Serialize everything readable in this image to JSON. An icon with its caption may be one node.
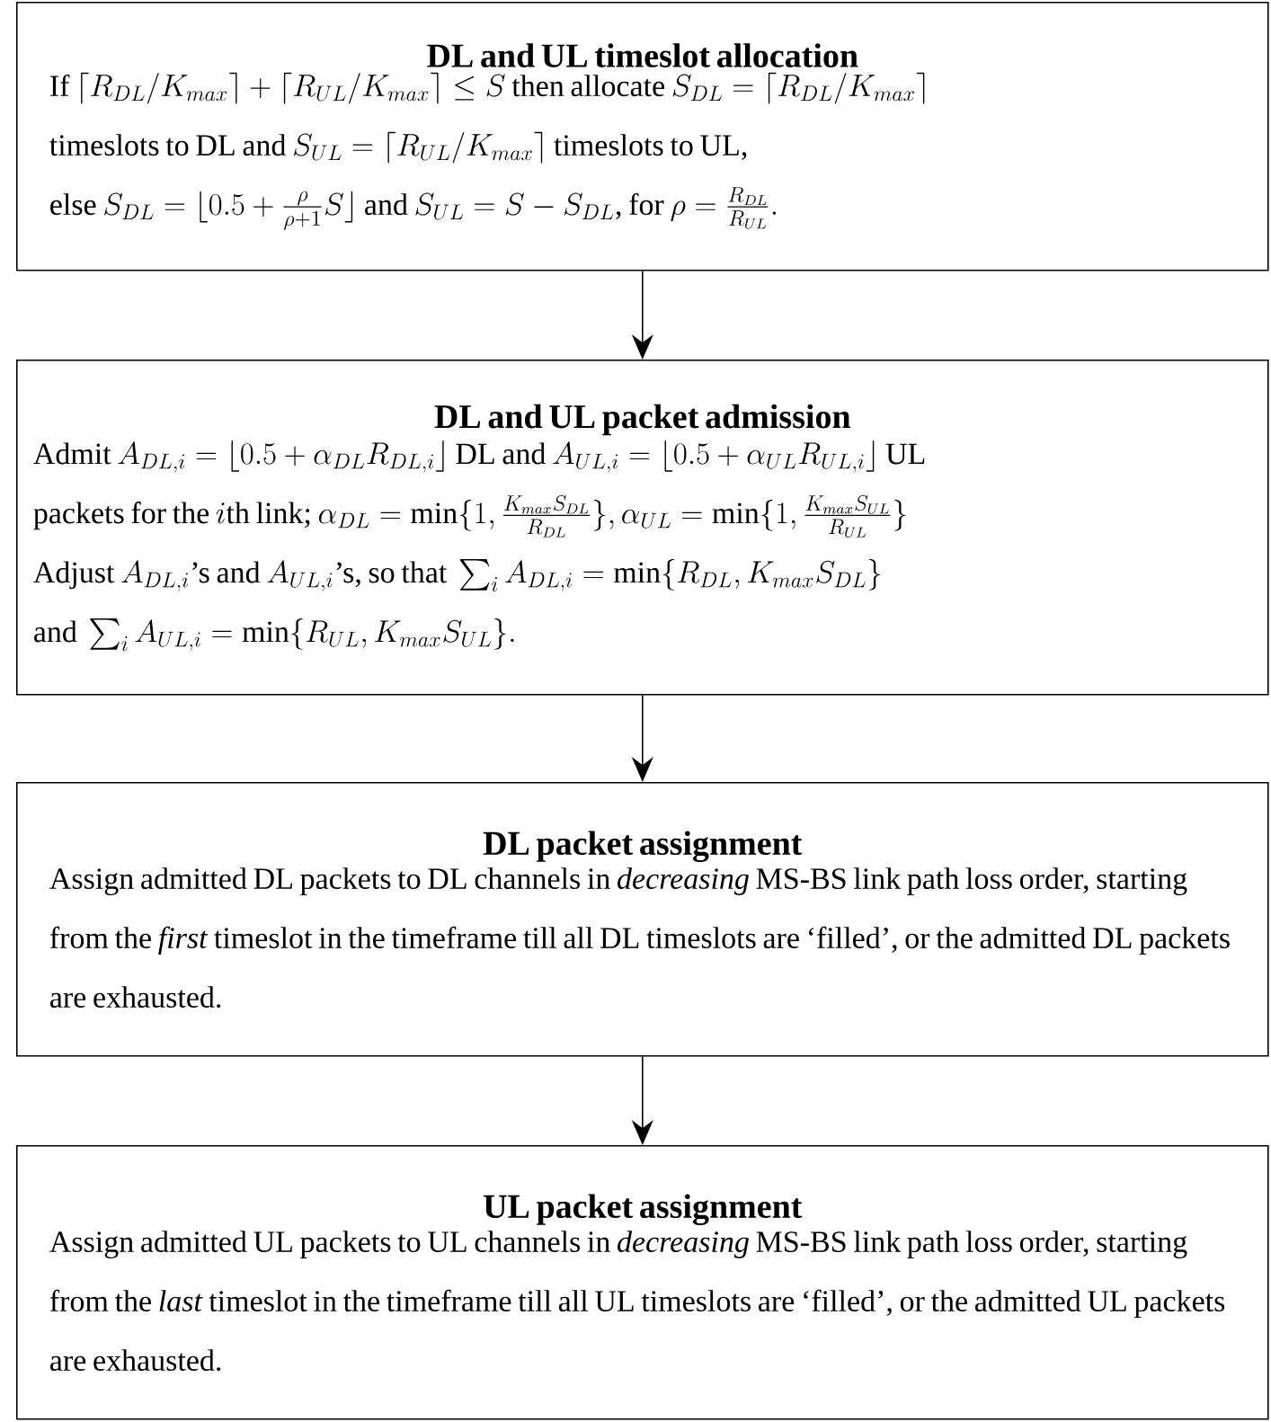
{
  "diagram": {
    "nodes": [
      {
        "text": [
          "DL and UL timeslot allocation",
          "\\text{If } \\lceil R_{DL}/K_{max}\\rceil + \\lceil R_{UL}/K_{max}\\rceil \\leq S \\text{ then allocate } S_{DL} = \\lceil R_{DL}/K_{max}\\rceil \\break \\text{timeslots to DL and } S_{UL} = \\lceil R_{UL}/K_{max}\\rceil \\text{ timeslots to UL,} \\break \\text{else } S_{DL} = \\lfloor 0.5 + \\tfrac{\\rho}{\\rho+1}S\\rfloor \\text{ and } S_{UL} = S - S_{DL}\\text{, for } \\rho = \\tfrac{R_{DL}}{R_{UL}}."
        ]
      },
      {
        "text": [
          "DL and UL packet admission",
          "\\text{Admit } A_{DL,i} = \\lfloor 0.5 + \\alpha_{DL}R_{DL,i}\\rfloor \\text{ DL and } A_{UL,i} = \\lfloor 0.5 + \\alpha_{UL}R_{UL,i}\\rfloor \\text{ UL} \\break \\text{packets for the } i\\text{th link; } \\alpha_{DL} = \\min\\{1, \\tfrac{K_{max}S_{DL}}{R_{DL}}\\},\\alpha_{UL} = \\min\\{1, \\tfrac{K_{max}S_{UL}}{R_{UL}}\\} \\break \\text{Adjust } A_{DL,i}\\text{’s and } A_{UL,i}\\text{’s, so that } \\sum_i A_{DL,i} = \\min\\{R_{DL}, K_{max}S_{DL}\\} \\break \\text{and } \\sum_i A_{UL,i} = \\min\\{R_{UL}, K_{max}S_{UL}\\}."
        ]
      },
      {
        "text": [
          "DL packet assignment",
          "Assign admitted DL packets to DL channels in *decreasing* MS-BS link path loss order, starting from the *first* timeslot in the timeframe till all DL timeslots are ‘filled’, or the admitted DL packets are exhausted."
        ]
      },
      {
        "text": [
          "UL packet assignment",
          "Assign admitted UL packets to UL channels in *decreasing* MS-BS link path loss order, starting from the *last* timeslot in the timeframe till all UL timeslots are ‘filled’, or the admitted UL packets are exhausted."
        ]
      }
    ],
    "edges": [
      {
        "from": 0,
        "to": 1,
        "arrow": "to"
      },
      {
        "from": 1,
        "to": 2,
        "arrow": "to"
      },
      {
        "from": 2,
        "to": 3,
        "arrow": "to"
      }
    ]
  }
}
